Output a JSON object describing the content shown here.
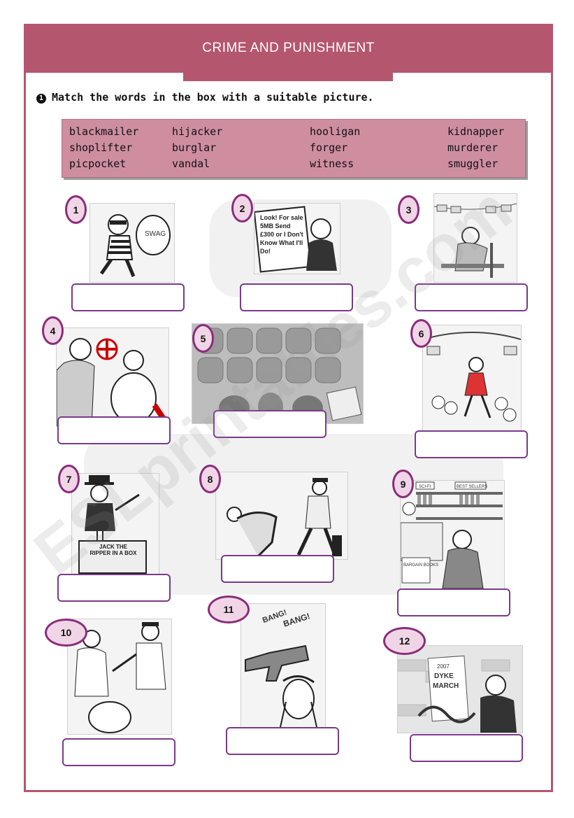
{
  "title": "CRIME AND PUNISHMENT",
  "instruction": "Match the words in the box with a suitable picture.",
  "bullet": "1",
  "words": [
    [
      "blackmailer",
      "hijacker",
      "hooligan",
      "kidnapper"
    ],
    [
      "shoplifter",
      "burglar",
      "forger",
      "murderer"
    ],
    [
      "picpocket",
      "vandal",
      "witness",
      "smuggler"
    ]
  ],
  "numbers": [
    "1",
    "2",
    "3",
    "4",
    "5",
    "6",
    "7",
    "8",
    "9",
    "10",
    "11",
    "12"
  ],
  "picture_texts": {
    "p1": "SWAG",
    "p2": "Look! For sale 5MB Send £300 or I Don't Know What I'll Do!",
    "p7": "JACK THE RIPPER IN A BOX",
    "p9a": "SCI-FI",
    "p9b": "BEST SELLERS",
    "p9c": "BARGAIN BOOKS",
    "p11a": "BANG!",
    "p11b": "BANG!",
    "p12a": "2007",
    "p12b": "DYKE",
    "p12c": "MARCH"
  },
  "watermark": "ESLprintables.com"
}
